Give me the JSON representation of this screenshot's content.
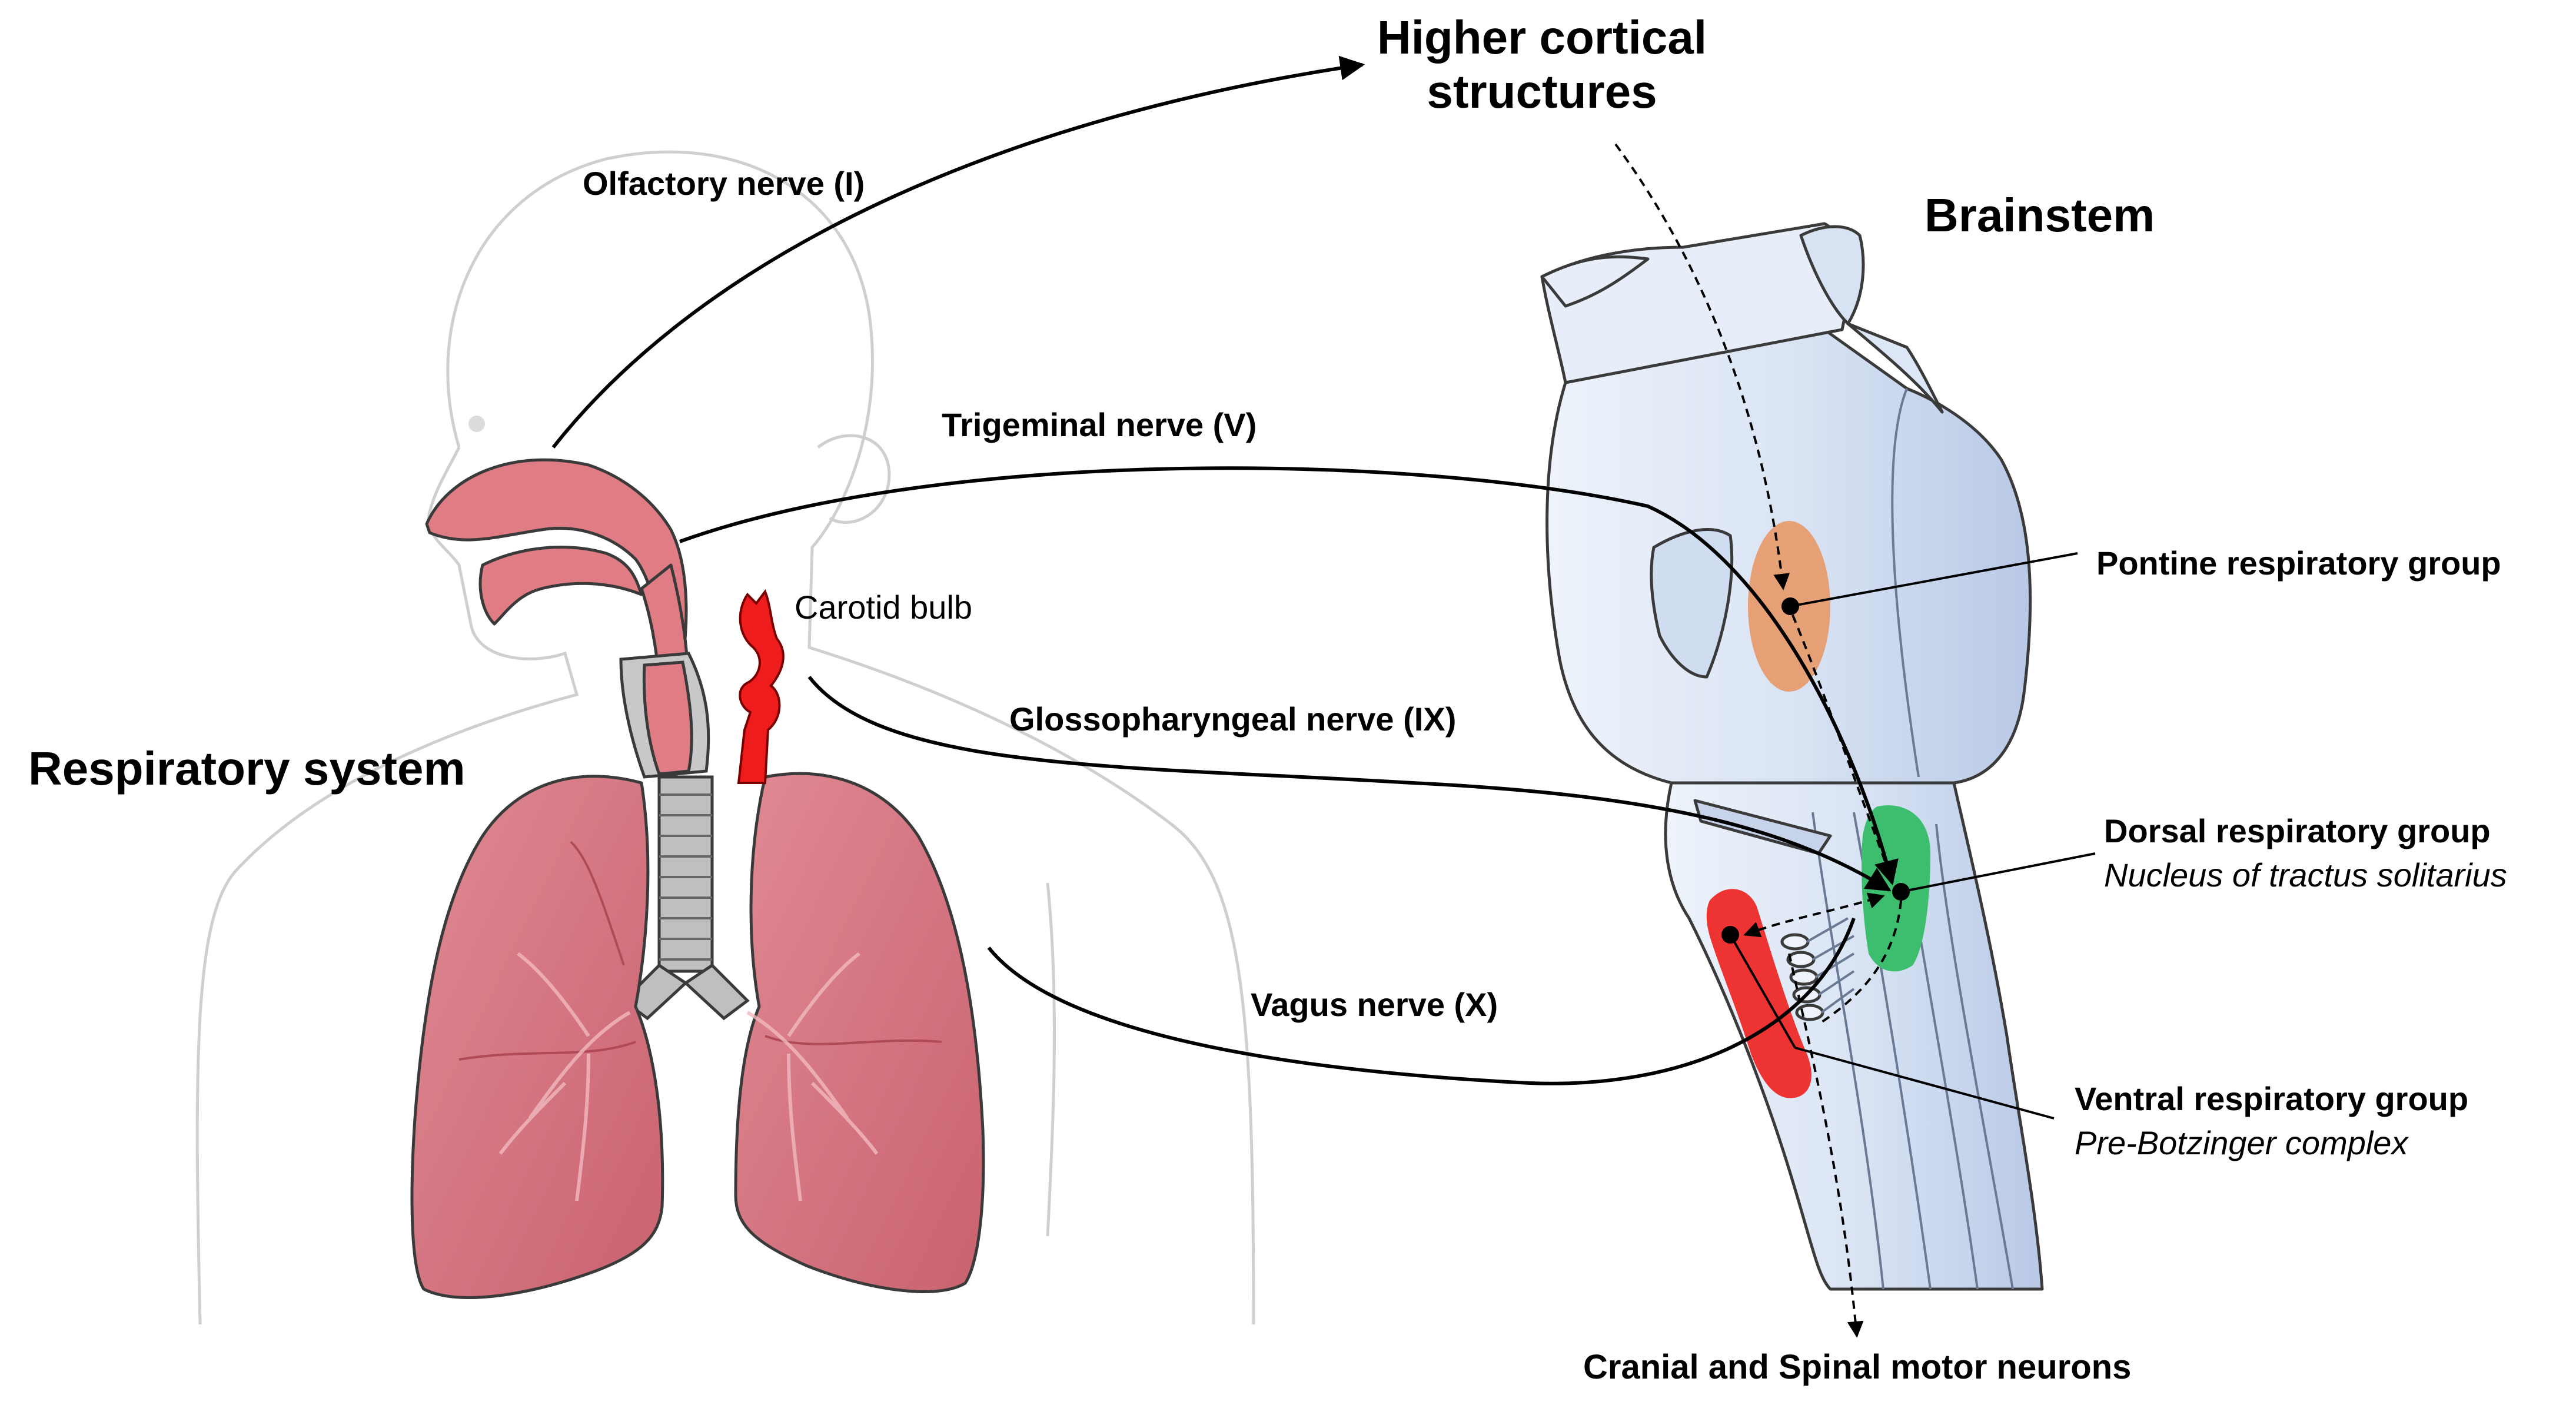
{
  "labels": {
    "higher_cortical": "Higher cortical\nstructures",
    "brainstem": "Brainstem",
    "respiratory_system": "Respiratory system",
    "olfactory": "Olfactory nerve (I)",
    "trigeminal": "Trigeminal nerve (V)",
    "carotid": "Carotid bulb",
    "glossopharyngeal": "Glossopharyngeal nerve (IX)",
    "vagus": "Vagus nerve (X)",
    "pontine": "Pontine respiratory group",
    "dorsal": "Dorsal respiratory group",
    "dorsal_sub": "Nucleus of tractus solitarius",
    "ventral": "Ventral respiratory group",
    "ventral_sub": "Pre-Botzinger complex",
    "motor": "Cranial and Spinal motor neurons"
  },
  "colors": {
    "lung": "#d9737f",
    "airway": "#e07c84",
    "carotid": "#ee1c1c",
    "pontine": "#e79a6a",
    "dorsal": "#3dbd6e",
    "ventral": "#ee3333",
    "brainstem": "#dce6f6",
    "outline": "#3a3a3a"
  }
}
